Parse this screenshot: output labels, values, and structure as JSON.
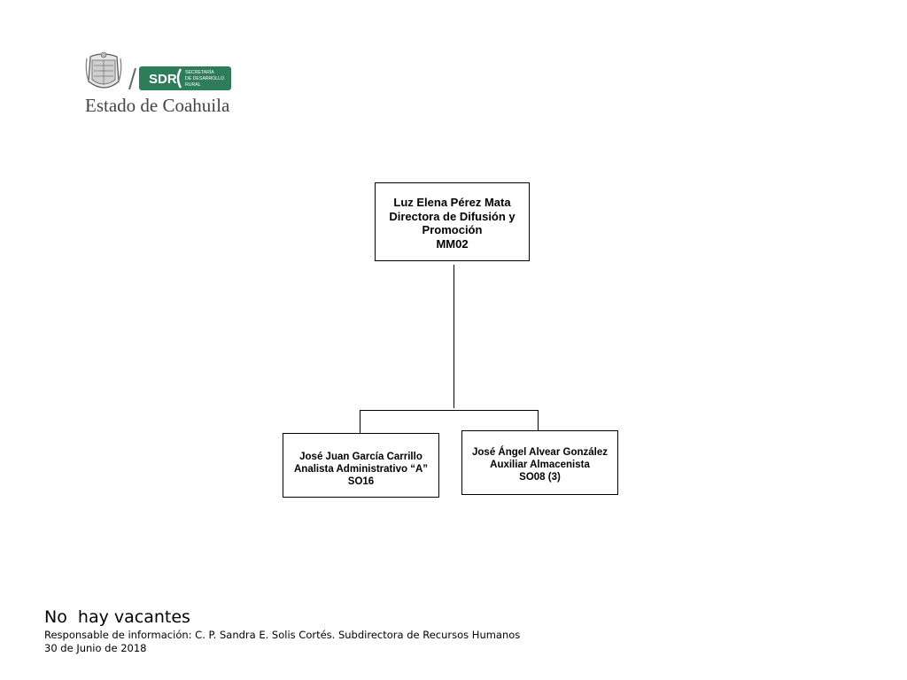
{
  "logo": {
    "badge_text": "SDR",
    "badge_subtext": [
      "SECRETARÍA",
      "DE DESARROLLO",
      "RURAL"
    ],
    "wordmark": "Estado de Coahuila",
    "badge_color": "#2e7d5a"
  },
  "org_chart": {
    "director": {
      "name": "Luz Elena Pérez Mata",
      "title_line1": "Directora de Difusión y",
      "title_line2": "Promoción",
      "code": "MM02"
    },
    "subordinates": [
      {
        "name": "José Juan García Carrillo",
        "title": "Analista Administrativo “A”",
        "code": "SO16"
      },
      {
        "name": "José Ángel Alvear González",
        "title": "Auxiliar Almacenista",
        "code": "SO08 (3)"
      }
    ]
  },
  "footer": {
    "vacantes": "No  hay vacantes",
    "responsable": "Responsable de información: C. P. Sandra E. Solis Cortés. Subdirectora de Recursos Humanos",
    "fecha": "30 de Junio de 2018"
  }
}
